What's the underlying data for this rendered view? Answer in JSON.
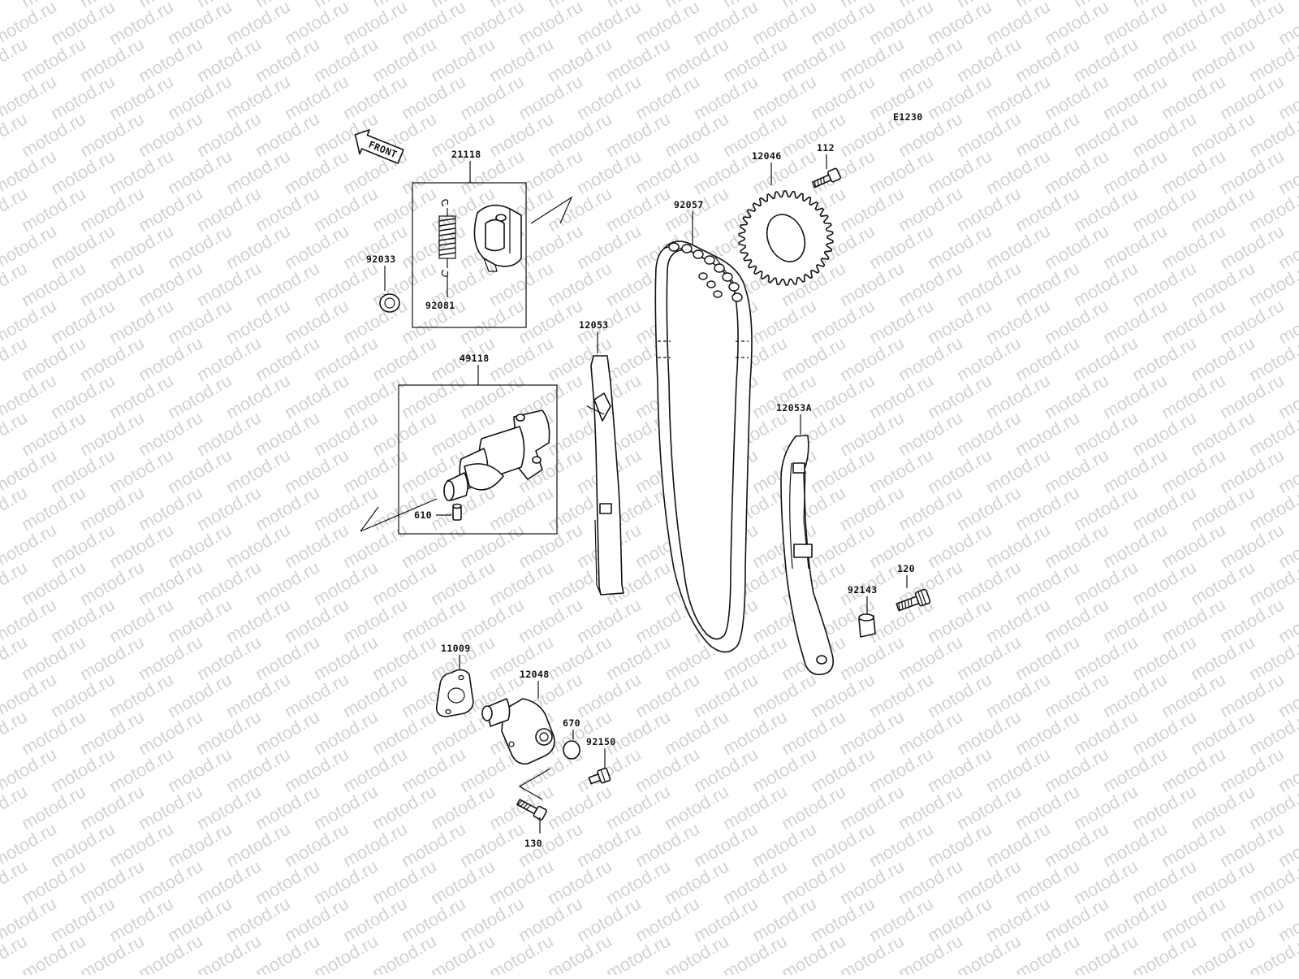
{
  "diagram_code": "E1230",
  "front_label": "FRONT",
  "watermark": "motod.ru",
  "colors": {
    "line": "#111111",
    "background": "#ffffff",
    "watermark": "#d2d2d2"
  },
  "parts": {
    "p21118": "21118",
    "p92033": "92033",
    "p92081": "92081",
    "p49118": "49118",
    "p610": "610",
    "p12053": "12053",
    "p92057": "92057",
    "p12046": "12046",
    "p112": "112",
    "p12053A": "12053A",
    "p92143": "92143",
    "p120": "120",
    "p11009": "11009",
    "p12048": "12048",
    "p670": "670",
    "p92150": "92150",
    "p130": "130"
  }
}
